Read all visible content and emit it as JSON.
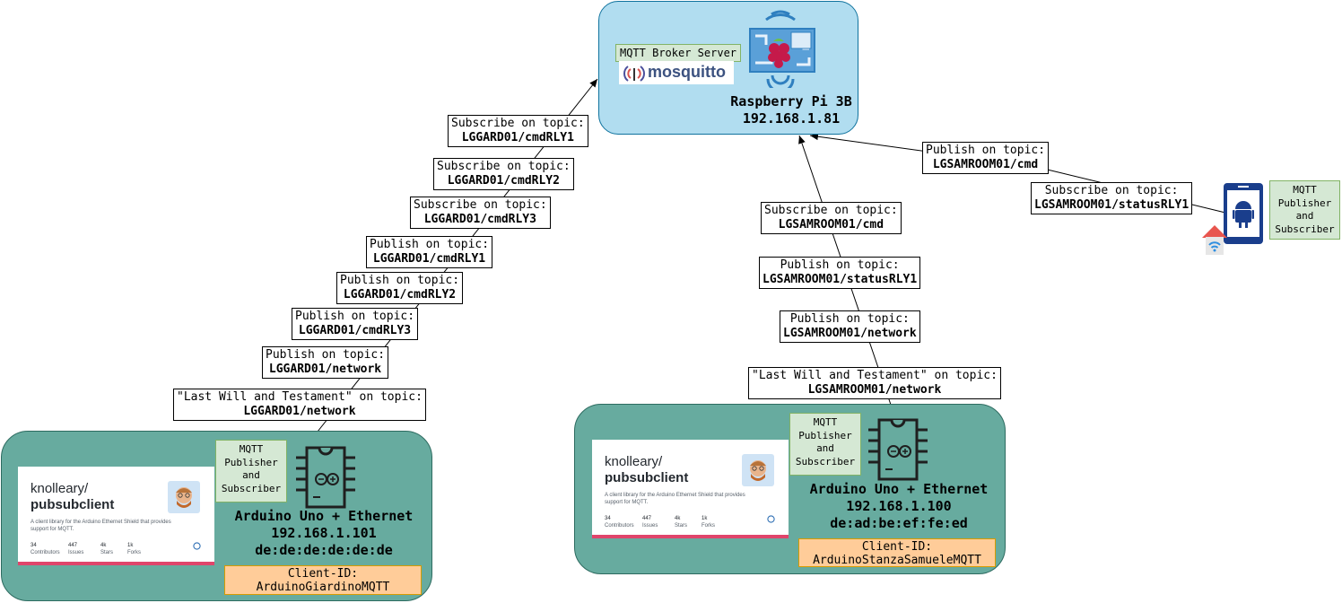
{
  "broker": {
    "tag": "MQTT Broker Server",
    "logo_text": "mosquitto",
    "device": "Raspberry Pi 3B",
    "ip": "192.168.1.81"
  },
  "left_device": {
    "role": "MQTT\nPublisher\nand\nSubscriber",
    "name": "Arduino Uno + Ethernet",
    "ip": "192.168.1.101",
    "mac": "de:de:de:de:de:de",
    "client_label": "Client-ID:",
    "client_id": "ArduinoGiardinoMQTT",
    "card": {
      "owner": "knolleary/",
      "repo": "pubsubclient",
      "description": "A client library for the Arduino Ethernet Shield that provides support for MQTT.",
      "stats": [
        {
          "value": "34",
          "label": "Contributors"
        },
        {
          "value": "447",
          "label": "Issues"
        },
        {
          "value": "4k",
          "label": "Stars"
        },
        {
          "value": "1k",
          "label": "Forks"
        }
      ]
    },
    "topics": [
      {
        "kind": "Subscribe on topic:",
        "topic": "LGGARD01/cmdRLY1"
      },
      {
        "kind": "Subscribe on topic:",
        "topic": "LGGARD01/cmdRLY2"
      },
      {
        "kind": "Subscribe on topic:",
        "topic": "LGGARD01/cmdRLY3"
      },
      {
        "kind": "Publish on topic:",
        "topic": "LGGARD01/cmdRLY1"
      },
      {
        "kind": "Publish on topic:",
        "topic": "LGGARD01/cmdRLY2"
      },
      {
        "kind": "Publish on topic:",
        "topic": "LGGARD01/cmdRLY3"
      },
      {
        "kind": "Publish on topic:",
        "topic": "LGGARD01/network"
      },
      {
        "kind": "\"Last Will and Testament\" on topic:",
        "topic": "LGGARD01/network"
      }
    ]
  },
  "right_device": {
    "role": "MQTT\nPublisher\nand\nSubscriber",
    "name": "Arduino Uno + Ethernet",
    "ip": "192.168.1.100",
    "mac": "de:ad:be:ef:fe:ed",
    "client_label": "Client-ID:",
    "client_id": "ArduinoStanzaSamueleMQTT",
    "card": {
      "owner": "knolleary/",
      "repo": "pubsubclient",
      "description": "A client library for the Arduino Ethernet Shield that provides support for MQTT.",
      "stats": [
        {
          "value": "34",
          "label": "Contributors"
        },
        {
          "value": "447",
          "label": "Issues"
        },
        {
          "value": "4k",
          "label": "Stars"
        },
        {
          "value": "1k",
          "label": "Forks"
        }
      ]
    },
    "topics": [
      {
        "kind": "Subscribe on topic:",
        "topic": "LGSAMROOM01/cmd"
      },
      {
        "kind": "Publish on topic:",
        "topic": "LGSAMROOM01/statusRLY1"
      },
      {
        "kind": "Publish on topic:",
        "topic": "LGSAMROOM01/network"
      },
      {
        "kind": "\"Last Will and Testament\" on topic:",
        "topic": "LGSAMROOM01/network"
      }
    ]
  },
  "android": {
    "role": "MQTT\nPublisher\nand\nSubscriber",
    "topics": [
      {
        "kind": "Publish on topic:",
        "topic": "LGSAMROOM01/cmd"
      },
      {
        "kind": "Subscribe on topic:",
        "topic": "LGSAMROOM01/statusRLY1"
      }
    ]
  },
  "colors": {
    "broker_fill": "#b1ddf0",
    "device_fill": "#67ab9f",
    "role_fill": "#d5e8d4",
    "client_fill": "#ffcc99"
  }
}
